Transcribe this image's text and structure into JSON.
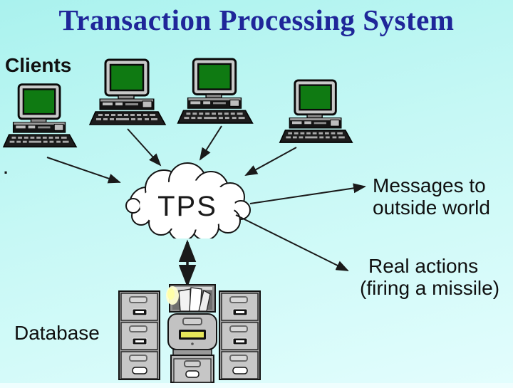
{
  "title": "Transaction Processing System",
  "labels": {
    "clients": "Clients",
    "database": "Database",
    "tps": "TPS",
    "messages_line1": "Messages to",
    "messages_line2": "outside world",
    "actions_line1": "Real actions",
    "actions_line2": "(firing a missile)",
    "stray_dot": "."
  },
  "colors": {
    "background_top": "#aaf2ee",
    "background_bottom": "#e3fdfd",
    "title_color": "#1f2699",
    "text_color": "#101010",
    "screen_green": "#0f7a12",
    "cabinet_gray": "#c6c6c6",
    "drawer_label_yellow": "#e6e65a",
    "arrow_color": "#1a1a1a",
    "cloud_fill": "#ffffff"
  },
  "diagram": {
    "nodes": [
      {
        "id": "client-1",
        "type": "computer",
        "group": "Clients"
      },
      {
        "id": "client-2",
        "type": "computer",
        "group": "Clients"
      },
      {
        "id": "client-3",
        "type": "computer",
        "group": "Clients"
      },
      {
        "id": "client-4",
        "type": "computer",
        "group": "Clients"
      },
      {
        "id": "tps-cloud",
        "type": "cloud",
        "label": "TPS"
      },
      {
        "id": "database",
        "type": "file-cabinets",
        "label": "Database"
      },
      {
        "id": "messages-to-outside-world",
        "type": "text",
        "label": "Messages to outside world"
      },
      {
        "id": "real-actions",
        "type": "text",
        "label": "Real actions (firing a missile)"
      }
    ],
    "edges": [
      {
        "from": "client-1",
        "to": "tps-cloud",
        "direction": "one-way"
      },
      {
        "from": "client-2",
        "to": "tps-cloud",
        "direction": "one-way"
      },
      {
        "from": "client-3",
        "to": "tps-cloud",
        "direction": "one-way"
      },
      {
        "from": "client-4",
        "to": "tps-cloud",
        "direction": "one-way"
      },
      {
        "from": "tps-cloud",
        "to": "messages-to-outside-world",
        "direction": "one-way"
      },
      {
        "from": "tps-cloud",
        "to": "real-actions",
        "direction": "one-way"
      },
      {
        "from": "tps-cloud",
        "to": "database",
        "direction": "two-way"
      }
    ]
  }
}
